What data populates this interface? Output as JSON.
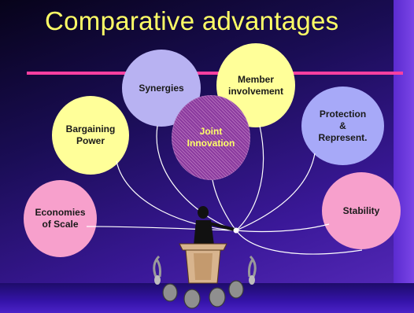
{
  "title": "Comparative advantages",
  "bubbles": {
    "economies_of_scale": "Economies\nof Scale",
    "bargaining_power": "Bargaining\nPower",
    "synergies": "Synergies",
    "member_involvement": "Member\ninvolvement",
    "joint_innovation": "Joint\nInnovation",
    "protection": "Protection\n&\nRepresent.",
    "stability": "Stability"
  },
  "colors": {
    "title": "#ffff66",
    "divider": "#ff3fa0",
    "bubble_yellow": "#ffff99",
    "bubble_pink": "#f7a0cc",
    "bubble_lavender": "#b8b2f2",
    "bubble_joint": "#8a3a9e"
  },
  "icons": {
    "presenter": "speaker-at-podium-icon",
    "audience": "audience-icon"
  }
}
